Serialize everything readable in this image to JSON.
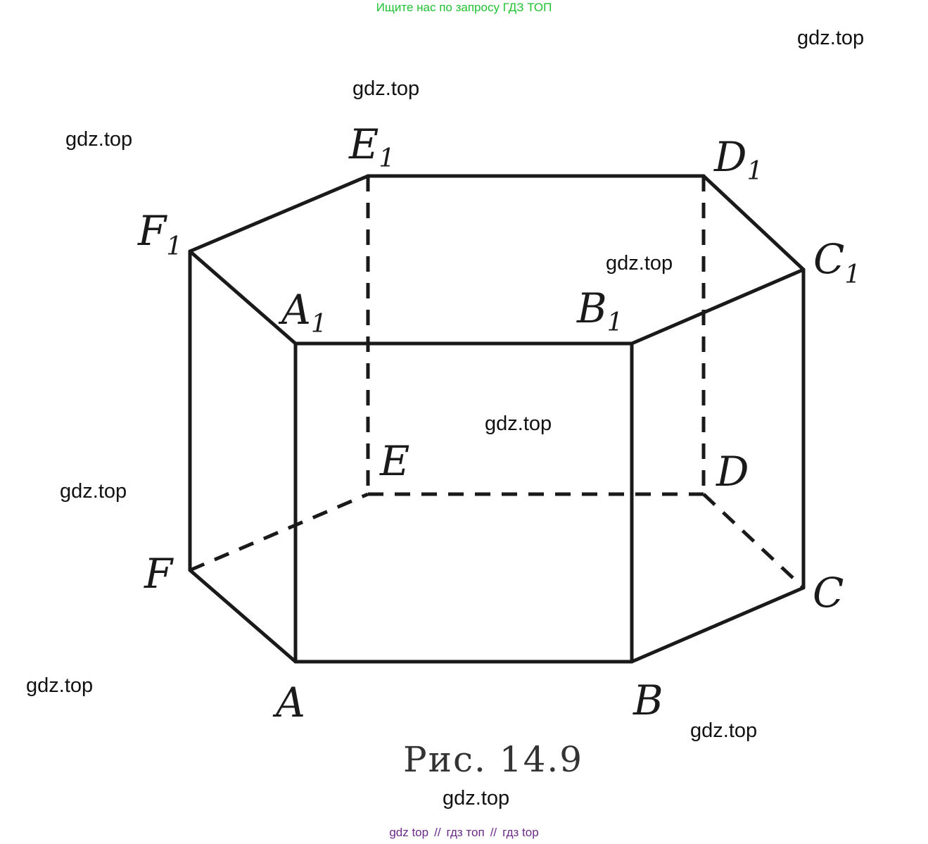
{
  "banner_top": "Ищите нас по запросу ГДЗ ТОП",
  "watermarks": [
    "gdz.top",
    "gdz.top",
    "gdz.top",
    "gdz.top",
    "gdz.top",
    "gdz.top",
    "gdz.top",
    "gdz.top",
    "gdz.top"
  ],
  "figure": {
    "caption": "Рис. 14.9",
    "vertices": {
      "A": "A",
      "B": "B",
      "C": "C",
      "D": "D",
      "E": "E",
      "F": "F",
      "A1": "A",
      "B1": "B",
      "C1": "C",
      "D1": "D",
      "E1": "E",
      "F1": "F",
      "sub": "1"
    }
  },
  "banner_bottom": {
    "parts": [
      "gdz top",
      "гдз топ",
      "гдз top"
    ],
    "separator": "//"
  },
  "colors": {
    "banner_top": "#22c133",
    "banner_bottom": "#6b2a8a",
    "lines": "#1a1a1a"
  }
}
